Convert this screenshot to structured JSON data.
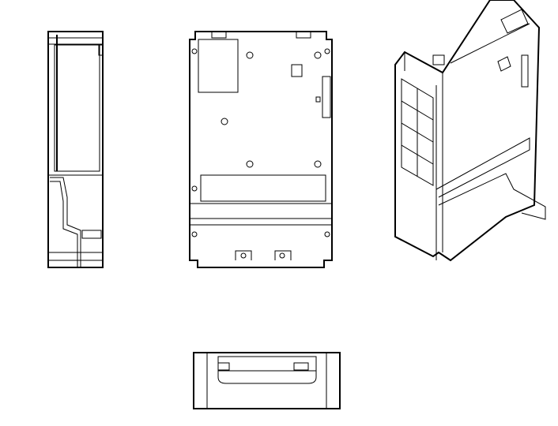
{
  "drawing": {
    "views": [
      "side-view",
      "front-view",
      "isometric-view",
      "bottom-view"
    ],
    "colors": {
      "background": "#ffffff",
      "line": "#000000"
    }
  }
}
